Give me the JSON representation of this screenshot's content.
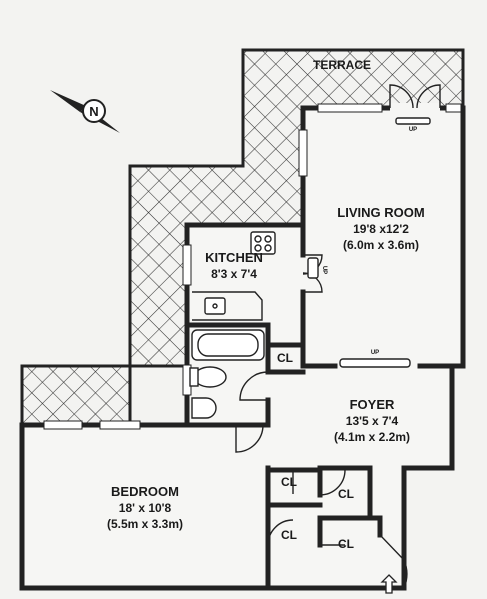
{
  "terrace": {
    "label": "TERRACE"
  },
  "living_room": {
    "name": "LIVING ROOM",
    "dim_imperial": "19'8 x12'2",
    "dim_metric": "(6.0m x 3.6m)"
  },
  "kitchen": {
    "name": "KITCHEN",
    "dim_imperial": "8'3 x 7'4"
  },
  "foyer": {
    "name": "FOYER",
    "dim_imperial": "13'5 x 7'4",
    "dim_metric": "(4.1m x 2.2m)"
  },
  "bedroom": {
    "name": "BEDROOM",
    "dim_imperial": "18' x 10'8",
    "dim_metric": "(5.5m x 3.3m)"
  },
  "closets": [
    "CL",
    "CL",
    "CL",
    "CL",
    "CL"
  ],
  "steps": [
    "UP",
    "UP",
    "UP"
  ],
  "compass": {
    "letter": "N"
  },
  "colors": {
    "background": "#f3f3f1",
    "line": "#222222",
    "hatch": "#333333"
  }
}
